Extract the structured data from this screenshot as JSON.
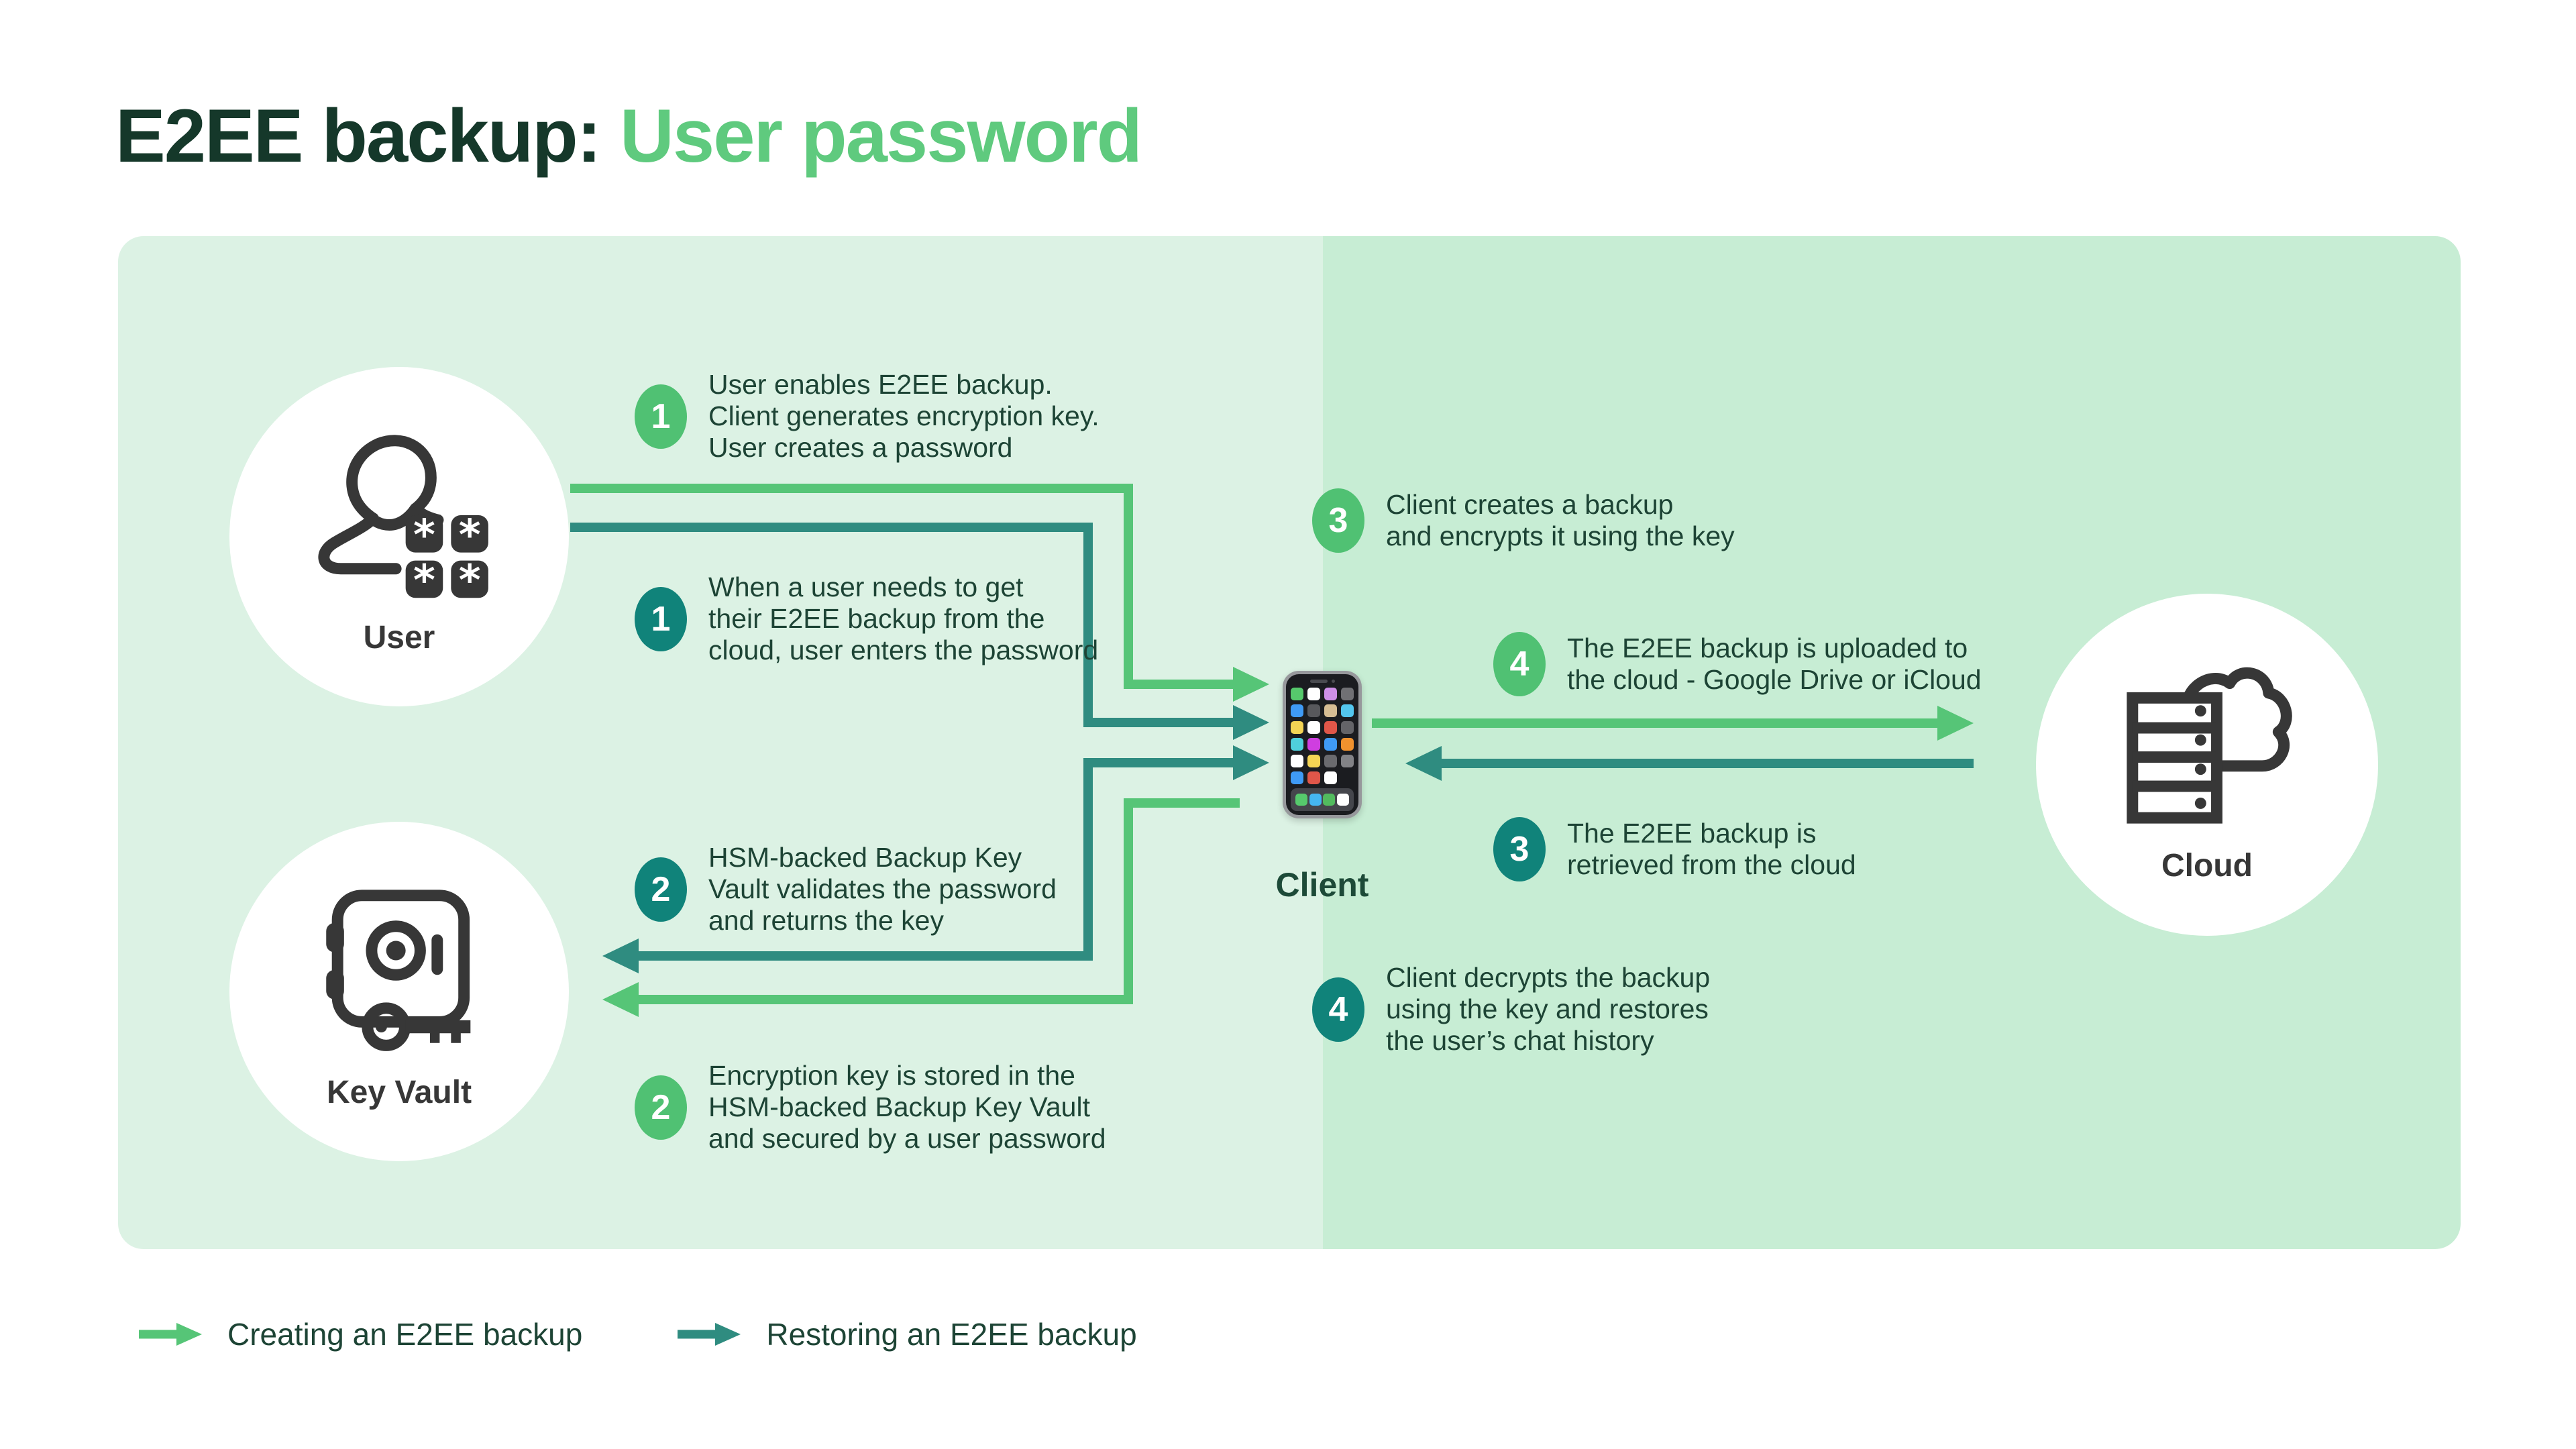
{
  "title": {
    "main": "E2EE backup: ",
    "accent": "User password"
  },
  "colors": {
    "accent_green": "#5fca7e",
    "arrow_green": "#56c577",
    "arrow_teal": "#2f8c80",
    "badge_green": "#50c173",
    "badge_teal": "#10837a",
    "panel_left_bg": "#dcf2e4",
    "panel_right_bg": "#c7edd4",
    "body_text": "#1d4435",
    "title_text": "#15382a",
    "icon_charcoal": "#373737"
  },
  "actors": {
    "user": {
      "label": "User"
    },
    "key_vault": {
      "label": "Key Vault"
    },
    "client": {
      "label": "Client"
    },
    "cloud": {
      "label": "Cloud"
    }
  },
  "steps": [
    {
      "num": "1",
      "flow": "create",
      "lines": [
        "User enables E2EE backup.",
        "Client generates encryption key.",
        "User creates a password"
      ]
    },
    {
      "num": "1",
      "flow": "restore",
      "lines": [
        "When a user needs to get",
        "their E2EE backup from the",
        "cloud, user enters the password"
      ]
    },
    {
      "num": "2",
      "flow": "restore",
      "lines": [
        "HSM-backed Backup Key",
        "Vault validates the password",
        "and returns the key"
      ]
    },
    {
      "num": "2",
      "flow": "create",
      "lines": [
        "Encryption key is stored in the",
        "HSM-backed Backup Key Vault",
        "and secured by a user password"
      ]
    },
    {
      "num": "3",
      "flow": "create",
      "lines": [
        "Client creates a backup",
        "and encrypts it using the key"
      ]
    },
    {
      "num": "4",
      "flow": "create",
      "lines": [
        "The E2EE backup is uploaded to",
        "the cloud - Google Drive or iCloud"
      ]
    },
    {
      "num": "3",
      "flow": "restore",
      "lines": [
        "The E2EE backup is",
        "retrieved from the cloud"
      ]
    },
    {
      "num": "4",
      "flow": "restore",
      "lines": [
        "Client decrypts the backup",
        "using the key and restores",
        "the user’s chat history"
      ]
    }
  ],
  "legend": [
    {
      "label": "Creating an E2EE backup",
      "color": "#56c577"
    },
    {
      "label": "Restoring an E2EE backup",
      "color": "#2f8c80"
    }
  ],
  "client": {
    "app_colors": [
      "#56c96c",
      "#ffffff",
      "#cf8fe8",
      "#707074",
      "#3f9af5",
      "#58585c",
      "#d6bd94",
      "#53c6ee",
      "#f4d454",
      "#ffffff",
      "#e05649",
      "#646468",
      "#4fd0dc",
      "#cf3ee0",
      "#3f9af5",
      "#f0922e",
      "#ffffff",
      "#f4d454",
      "#6a6a6e",
      "#828286",
      "#3f9af5",
      "#e05649",
      "#ffffff",
      null
    ],
    "dock_colors": [
      "#56c96c",
      "#45b6f0",
      "#52bb5e",
      "#ffffff"
    ]
  }
}
